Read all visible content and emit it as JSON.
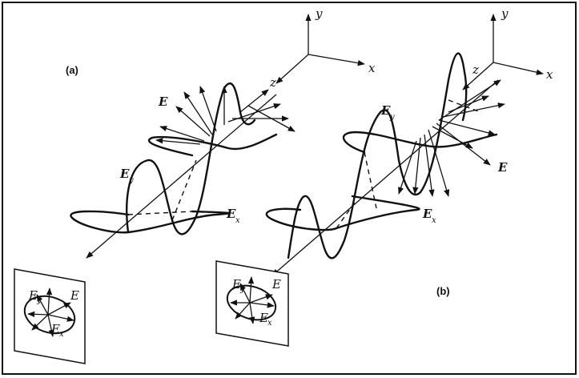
{
  "panels": {
    "a": {
      "label": "(a)",
      "axes": {
        "x": "x",
        "y": "y",
        "z": "z"
      },
      "field_label": "E",
      "ey_main": "E",
      "ey_sub": "y",
      "ex_main": "E",
      "ex_sub": "x",
      "inset": {
        "e": "E",
        "ey_main": "E",
        "ey_sub": "y",
        "ex_main": "E",
        "ex_sub": "x"
      }
    },
    "b": {
      "label": "(b)",
      "axes": {
        "x": "x",
        "y": "y",
        "z": "z"
      },
      "field_label": "E",
      "ey_main": "E",
      "ey_sub": "y",
      "ex_main": "E",
      "ex_sub": "x",
      "inset": {
        "e": "E",
        "ey_main": "E",
        "ey_sub": "y",
        "ex_main": "E",
        "ex_sub": "x"
      }
    }
  },
  "colors": {
    "ink": "#111111",
    "paper": "#ffffff"
  }
}
